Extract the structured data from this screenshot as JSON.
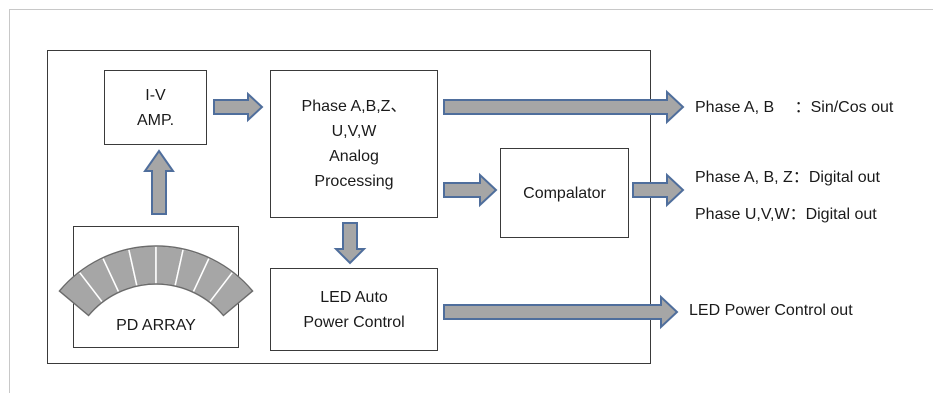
{
  "blocks": {
    "iv_amp": {
      "lines": [
        "I-V",
        "AMP."
      ]
    },
    "phase_processing": {
      "lines": [
        "Phase A,B,Z、",
        "U,V,W",
        "Analog",
        "Processing"
      ]
    },
    "comparator": {
      "lines": [
        "Compalator"
      ]
    },
    "led_apc": {
      "lines": [
        "LED Auto",
        "Power Control"
      ]
    },
    "pd_array": {
      "label": "PD ARRAY"
    }
  },
  "outputs": {
    "sin_cos": "Phase A, B　 ：Sin/Cos out",
    "digital_abz": "Phase A, B, Z：Digital out",
    "digital_uvw": "Phase U,V,W：Digital out",
    "led_power": "LED Power Control out"
  },
  "colors": {
    "arrow_fill": "#a6a6a6",
    "arrow_stroke": "#4f6e9c",
    "pd_cell_fill": "#a6a6a6",
    "box_border": "#3a3a3a"
  }
}
